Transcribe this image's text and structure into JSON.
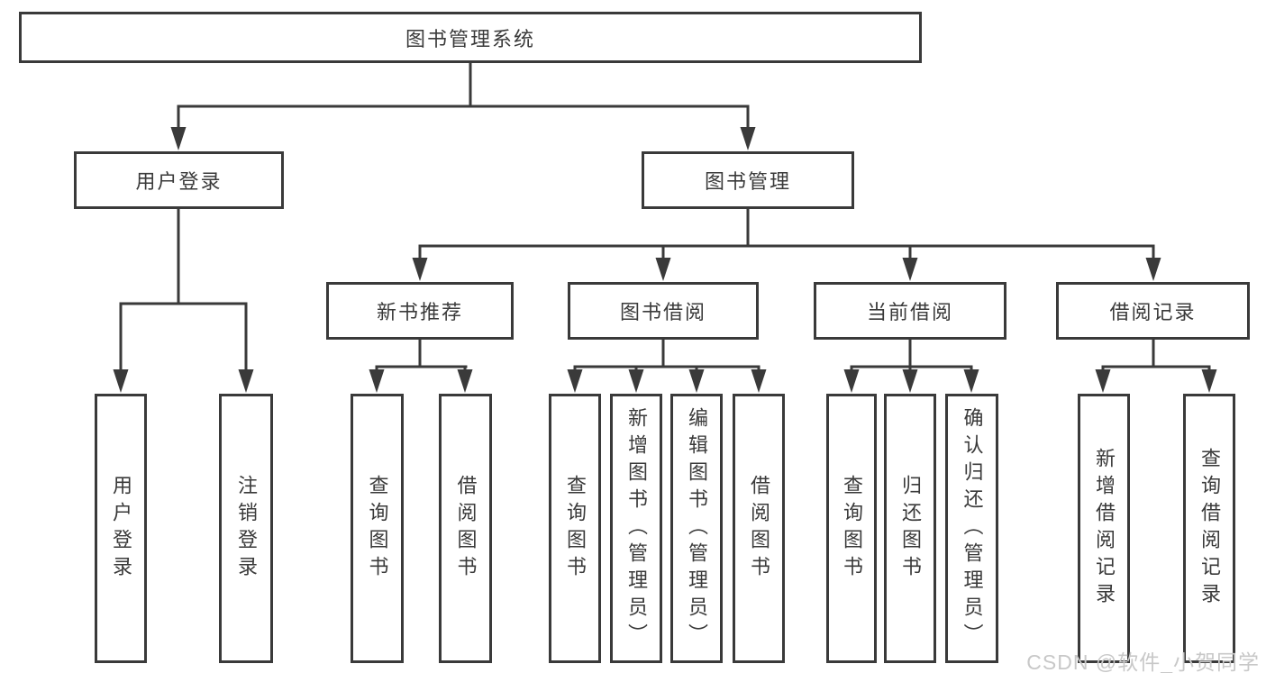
{
  "tree": {
    "root_label": "图书管理系统",
    "branches": [
      {
        "label": "用户登录",
        "children": [
          "用户登录",
          "注销登录"
        ]
      },
      {
        "label": "图书管理",
        "groups": [
          {
            "label": "新书推荐",
            "children": [
              "查询图书",
              "借阅图书"
            ]
          },
          {
            "label": "图书借阅",
            "children": [
              "查询图书",
              "新增图书（管理员）",
              "编辑图书（管理员）",
              "借阅图书"
            ]
          },
          {
            "label": "当前借阅",
            "children": [
              "查询图书",
              "归还图书",
              "确认归还（管理员）"
            ]
          },
          {
            "label": "借阅记录",
            "children": [
              "新增借阅记录",
              "查询借阅记录"
            ]
          }
        ]
      }
    ]
  },
  "watermark": "CSDN @软件_小贺同学",
  "colors": {
    "line": "#3a3a3a",
    "text": "#3a3a3a",
    "watermark": "#c8c8c8",
    "background": "#ffffff"
  }
}
